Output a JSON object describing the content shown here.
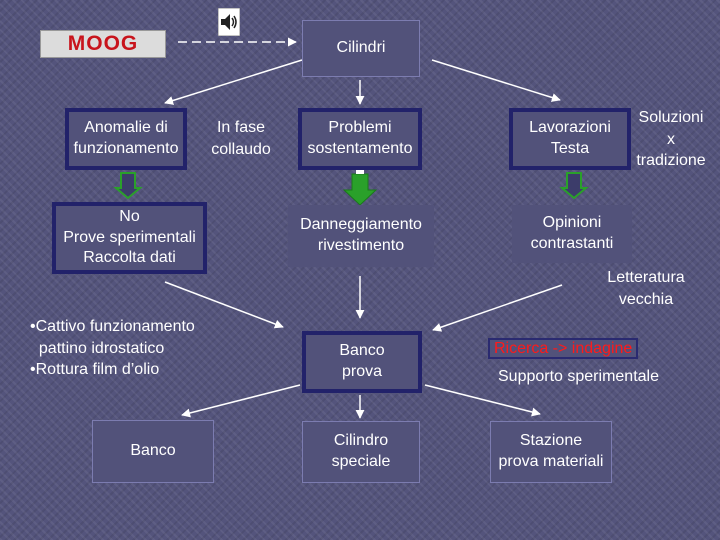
{
  "logo": {
    "text": "MOOG"
  },
  "top": {
    "label": "Cilindri"
  },
  "col1": {
    "anomalie": "Anomalie di\nfunzionamento",
    "collaudo": "In fase\ncollaudo",
    "no_box": "No\nProve sperimentali\nRaccolta dati",
    "bullets": [
      "Cattivo funzionamento\n  pattino idrostatico",
      "Rottura film d’olio"
    ],
    "banco": "Banco"
  },
  "col2": {
    "problemi": "Problemi\nsostentamento",
    "danneggiamento": "Danneggiamento\nrivestimento",
    "banco_prova": "Banco\nprova",
    "cilindro": "Cilindro\nspeciale"
  },
  "col3": {
    "lavorazioni": "Lavorazioni\nTesta",
    "soluzioni": "Soluzioni\nx\ntradizione",
    "opinioni": "Opinioni\ncontrastanti",
    "letteratura": "Letteratura\nvecchia",
    "ricerca": "Ricerca -> indagine",
    "supporto": "Supporto sperimentale",
    "stazione": "Stazione\nprova materiali"
  },
  "colors": {
    "background": "#54547c",
    "dark_border": "#22226a",
    "accent_red": "#ff1a1a",
    "arrow": "#ffffff",
    "green_arrow": "#2aa02a"
  },
  "icons": {
    "speaker": "speaker-icon",
    "arrow": "arrow-icon"
  }
}
